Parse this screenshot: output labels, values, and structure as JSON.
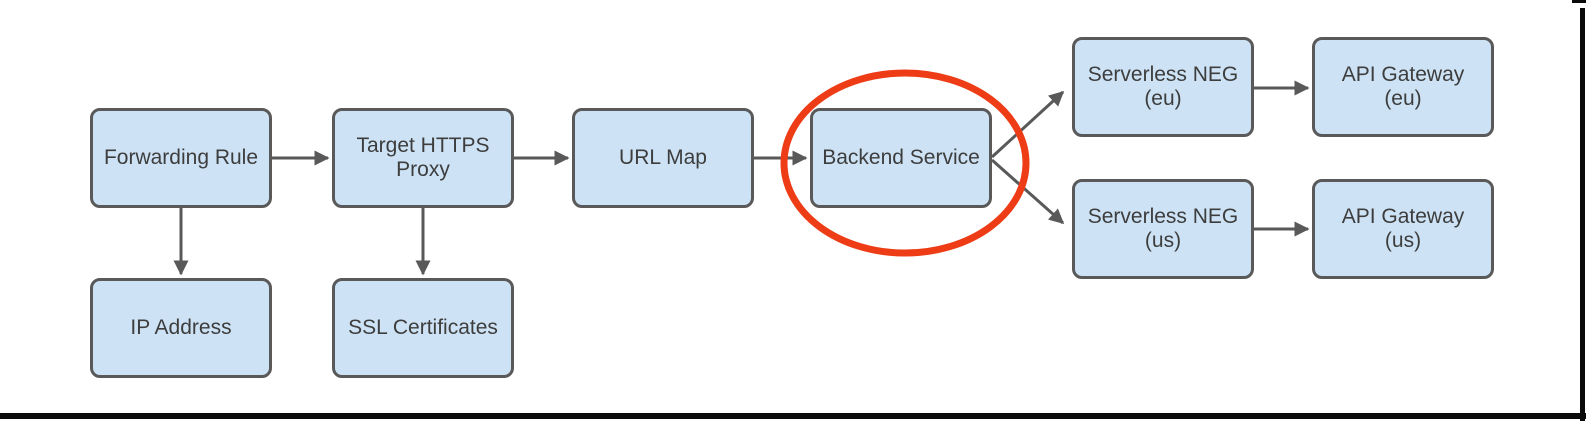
{
  "nodes": {
    "forwarding_rule": {
      "label": "Forwarding Rule"
    },
    "target_https_proxy": {
      "line1": "Target HTTPS",
      "line2": "Proxy"
    },
    "url_map": {
      "label": "URL Map"
    },
    "backend_service": {
      "label": "Backend Service"
    },
    "serverless_neg_eu": {
      "line1": "Serverless NEG",
      "line2": "(eu)"
    },
    "api_gateway_eu": {
      "line1": "API Gateway",
      "line2": "(eu)"
    },
    "serverless_neg_us": {
      "line1": "Serverless NEG",
      "line2": "(us)"
    },
    "api_gateway_us": {
      "line1": "API Gateway",
      "line2": "(us)"
    },
    "ip_address": {
      "label": "IP Address"
    },
    "ssl_certificates": {
      "label": "SSL Certificates"
    }
  },
  "edges": [
    {
      "from": "Forwarding Rule",
      "to": "Target HTTPS Proxy"
    },
    {
      "from": "Target HTTPS Proxy",
      "to": "URL Map"
    },
    {
      "from": "URL Map",
      "to": "Backend Service"
    },
    {
      "from": "Backend Service",
      "to": "Serverless NEG (eu)"
    },
    {
      "from": "Backend Service",
      "to": "Serverless NEG (us)"
    },
    {
      "from": "Serverless NEG (eu)",
      "to": "API Gateway (eu)"
    },
    {
      "from": "Serverless NEG (us)",
      "to": "API Gateway (us)"
    },
    {
      "from": "Forwarding Rule",
      "to": "IP Address"
    },
    {
      "from": "Target HTTPS Proxy",
      "to": "SSL Certificates"
    }
  ],
  "annotations": {
    "highlight": {
      "shape": "ellipse",
      "around": "Backend Service",
      "color": "#ed3c16"
    }
  },
  "colors": {
    "node_fill": "#cde3f5",
    "node_border": "#595959",
    "node_text": "#3d3d3d",
    "connector": "#595959",
    "highlight": "#ed3c16",
    "frame": "#0a0a0a",
    "background": "#ffffff"
  }
}
